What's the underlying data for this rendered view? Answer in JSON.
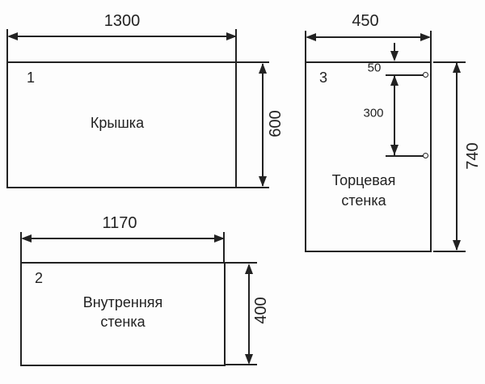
{
  "drawing": {
    "type": "furniture-parts-cutting-diagram",
    "units": "mm",
    "colors": {
      "ink": "#222222",
      "background": "#fdfdfd"
    },
    "parts": [
      {
        "number": "1",
        "name": "Крышка",
        "dims": {
          "width": "1300",
          "height": "600"
        }
      },
      {
        "number": "2",
        "name_line1": "Внутренняя",
        "name_line2": "стенка",
        "dims": {
          "width": "1170",
          "height": "400"
        }
      },
      {
        "number": "3",
        "name_line1": "Торцевая",
        "name_line2": "стенка",
        "dims": {
          "width": "450",
          "height": "740",
          "hole_top_offset": "50",
          "hole_spacing": "300"
        }
      }
    ]
  }
}
